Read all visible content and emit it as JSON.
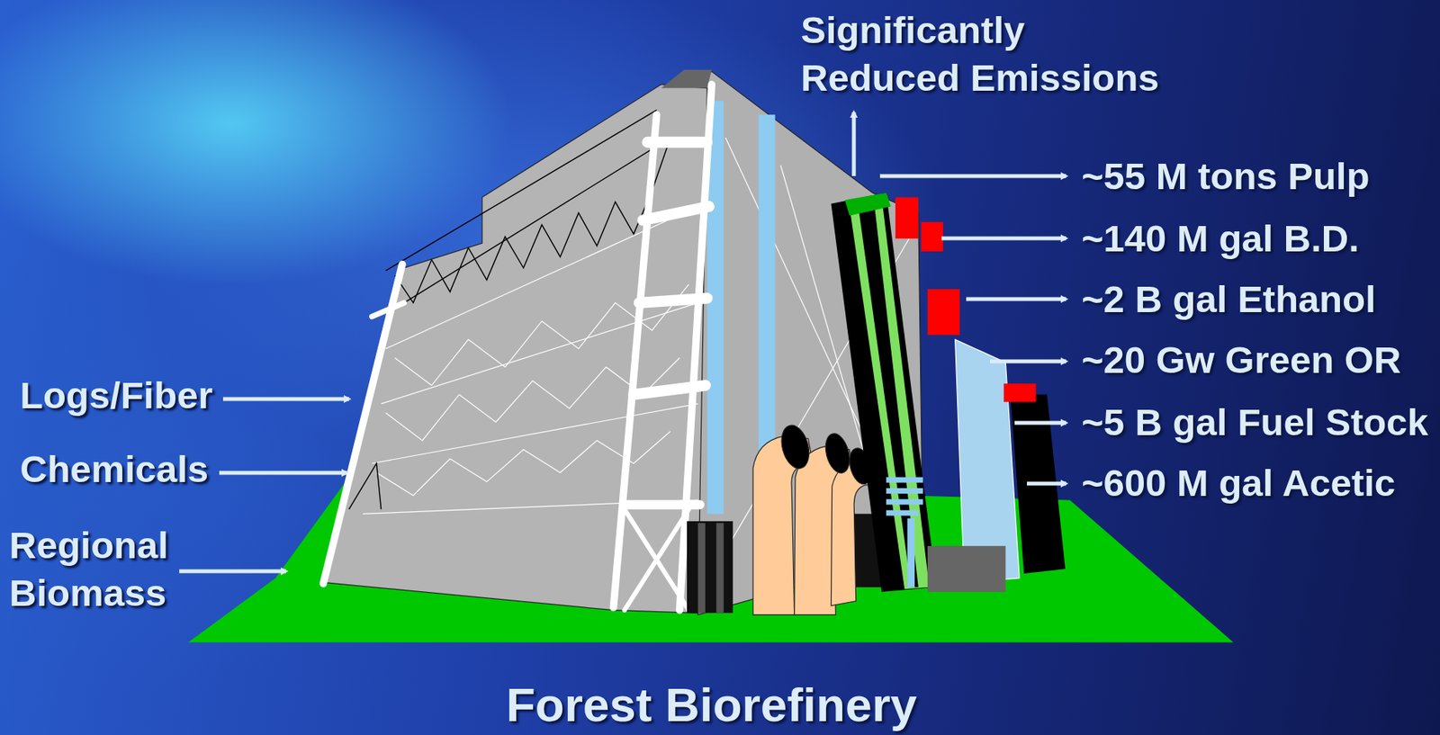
{
  "diagram": {
    "title": "Forest Biorefinery",
    "labels": [
      "Significantly Reduced Emissions",
      "~55 M tons Pulp",
      "~140 M gal B.D.",
      "~2 B gal Ethanol",
      "~20 Gw Green OR",
      "~5 B gal Fuel Stock",
      "~600 M gal Acetic",
      "Logs/Fiber",
      "Chemicals",
      "Regional Biomass"
    ]
  }
}
